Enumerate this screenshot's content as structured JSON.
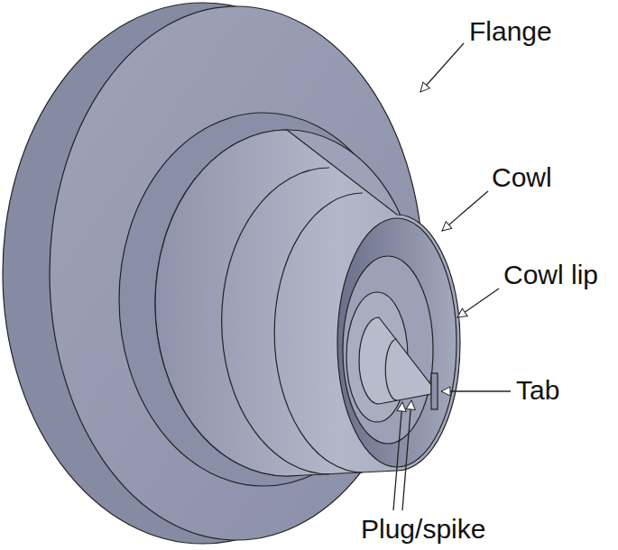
{
  "diagram": {
    "labels": [
      "Flange",
      "Cowl",
      "Cowl lip",
      "Tab",
      "Plug/spike"
    ]
  }
}
